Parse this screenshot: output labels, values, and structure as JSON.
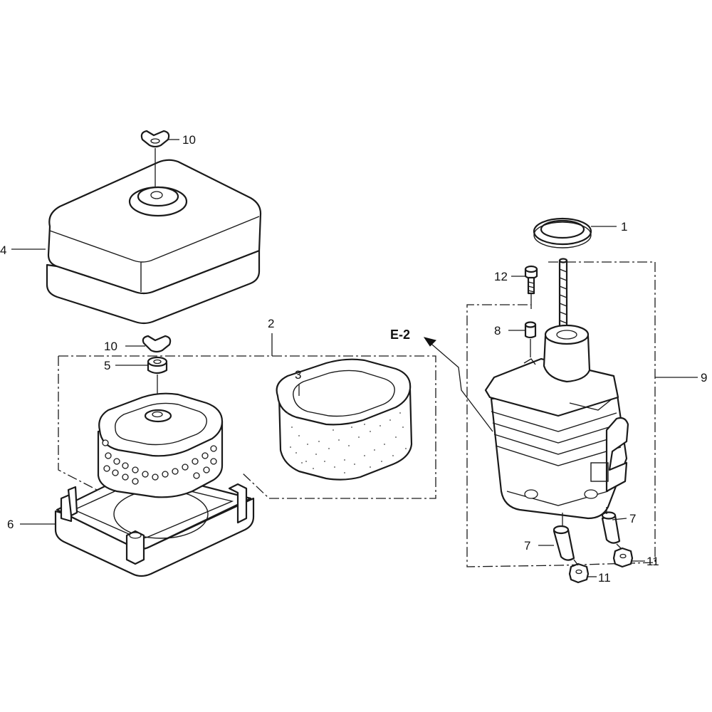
{
  "diagram": {
    "callouts": {
      "p1": "1",
      "p2": "2",
      "p3": "3",
      "p4": "4",
      "p5": "5",
      "p6": "6",
      "p7a": "7",
      "p7b": "7",
      "p8": "8",
      "p9": "9",
      "p10a": "10",
      "p10b": "10",
      "p11a": "11",
      "p11b": "11",
      "p12": "12"
    },
    "reference": "E-2"
  }
}
